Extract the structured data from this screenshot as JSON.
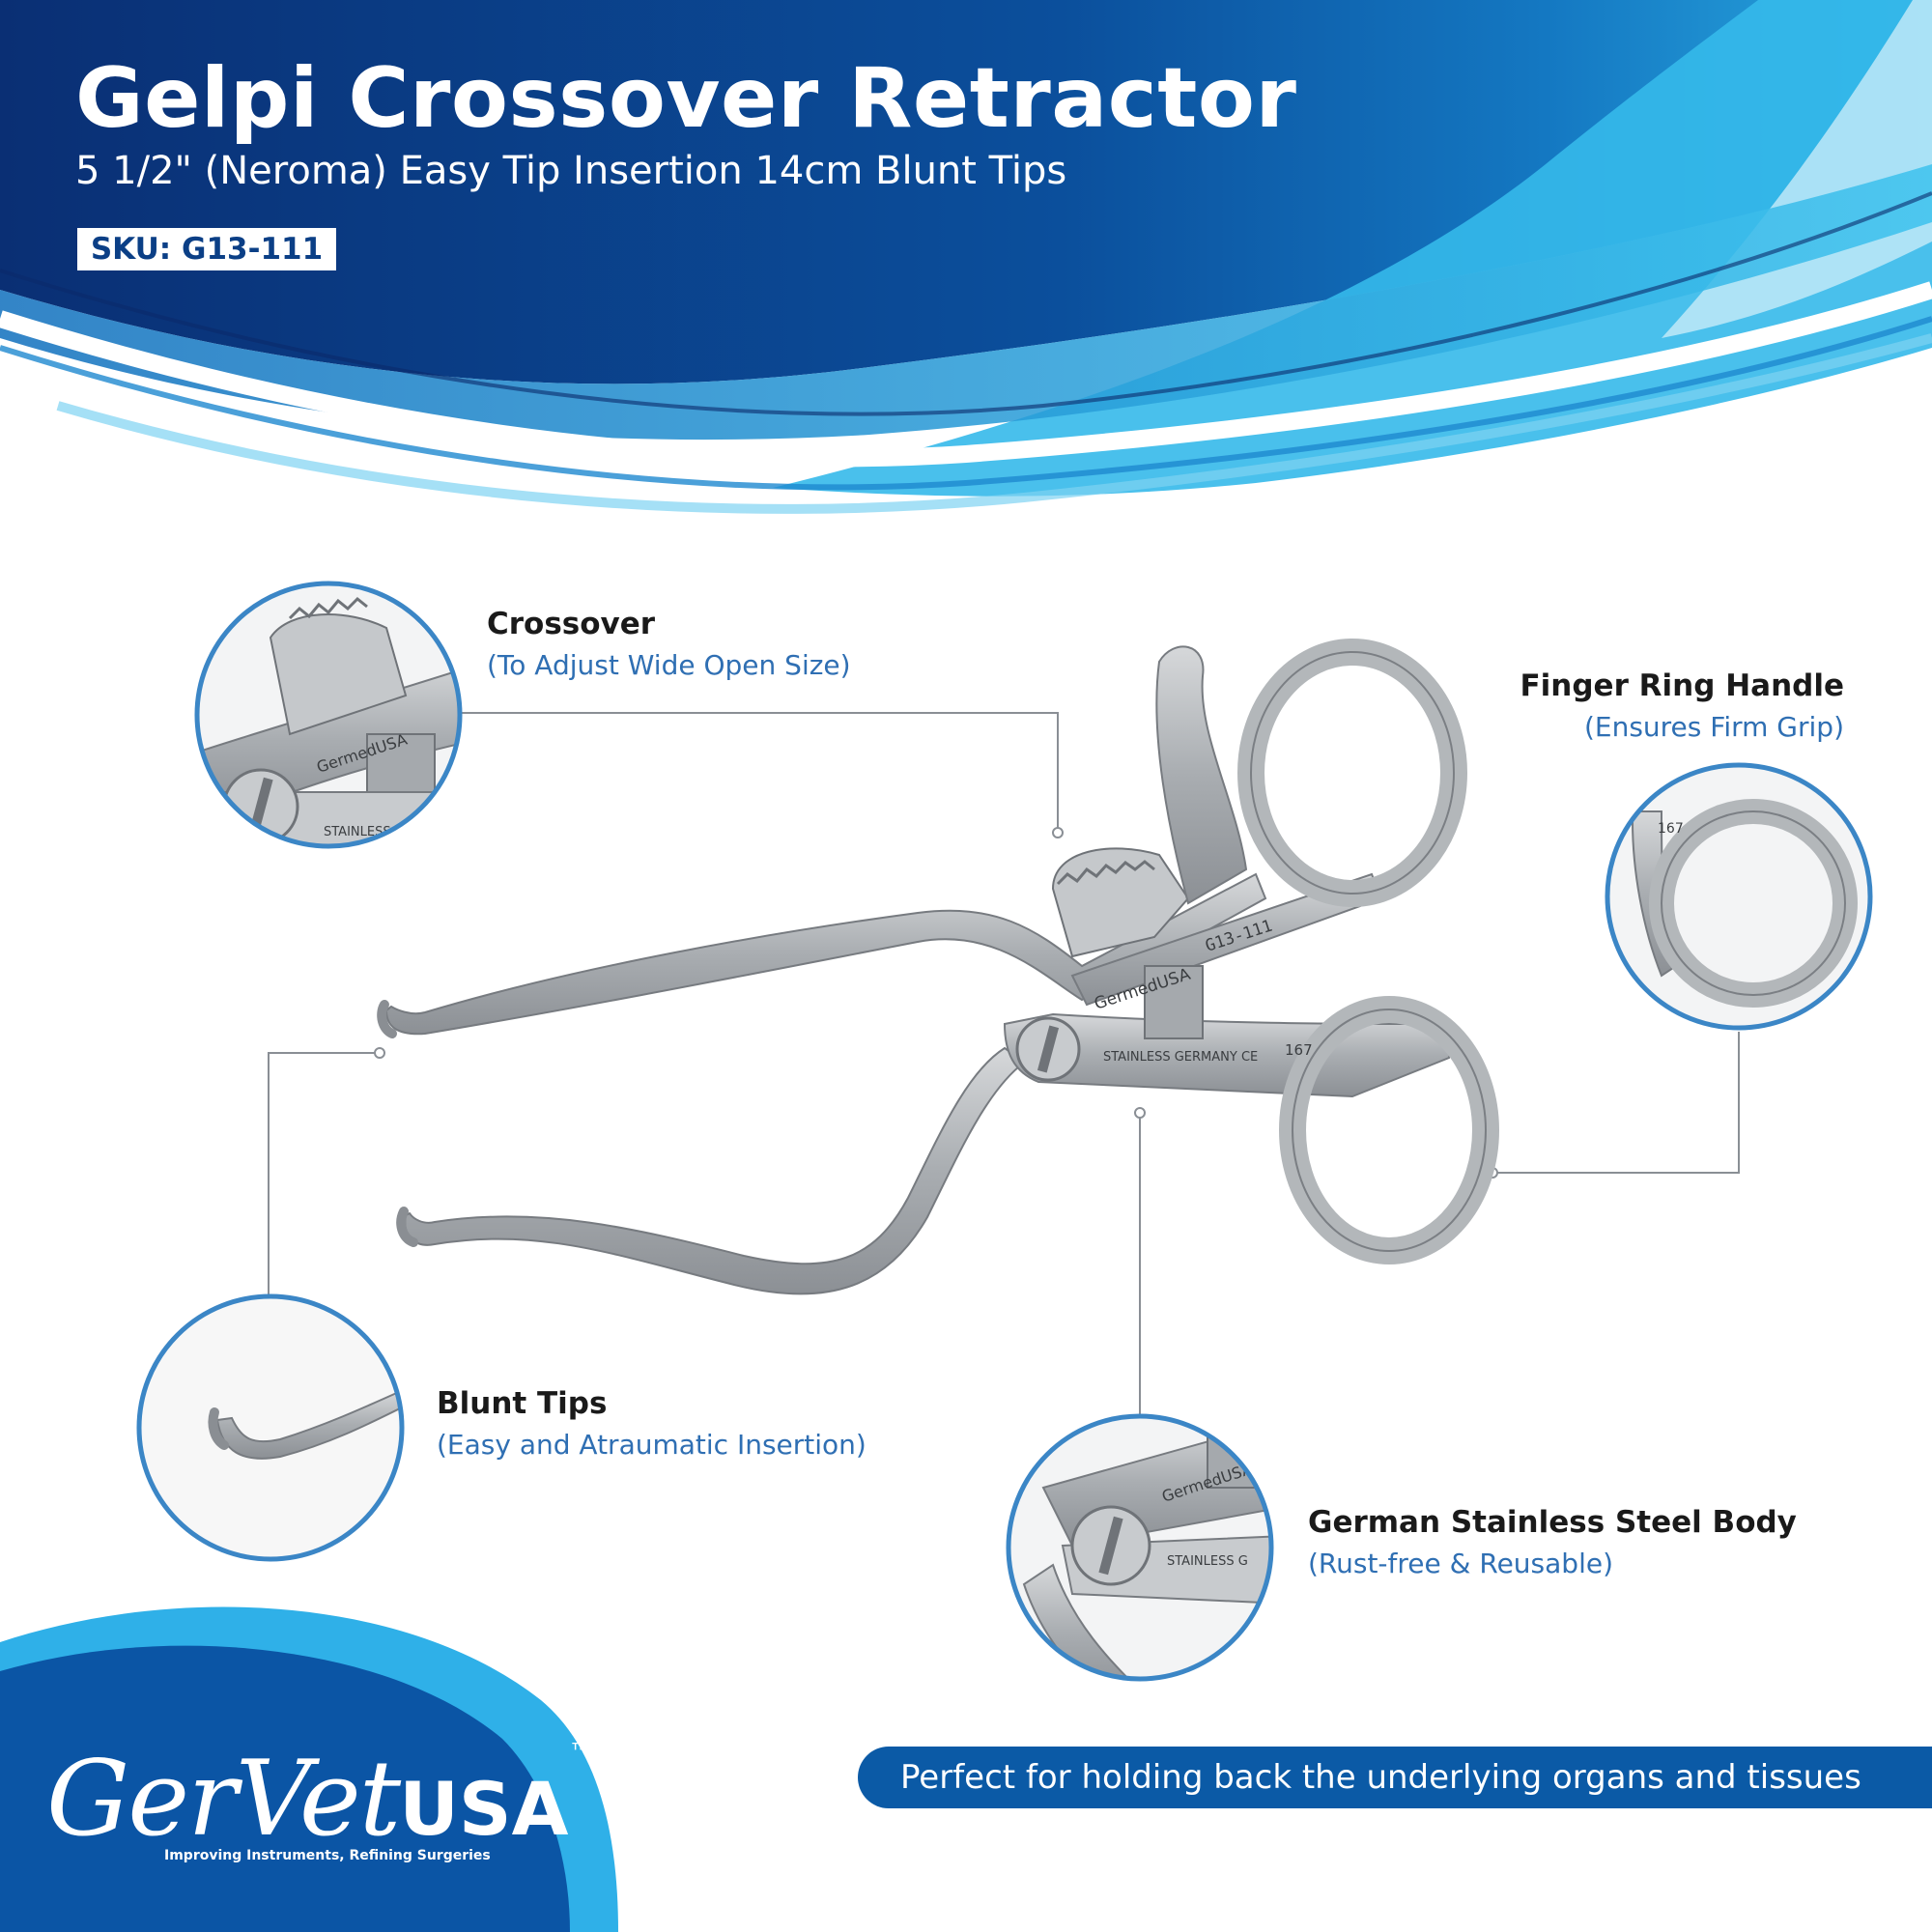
{
  "header": {
    "title": "Gelpi Crossover Retractor",
    "subtitle": "5 1/2\" (Neroma) Easy Tip Insertion 14cm Blunt Tips",
    "sku": "SKU: G13-111"
  },
  "features": {
    "crossover": {
      "label": "Crossover",
      "desc": "(To Adjust Wide Open Size)"
    },
    "finger_ring": {
      "label": "Finger Ring Handle",
      "desc": "(Ensures Firm Grip)"
    },
    "blunt_tips": {
      "label": "Blunt Tips",
      "desc": "(Easy and Atraumatic Insertion)"
    },
    "steel_body": {
      "label": "German Stainless Steel Body",
      "desc": "(Rust-free & Reusable)"
    }
  },
  "instrument_markings": {
    "brand": "GermedUSA",
    "model": "G13-111",
    "stamp": "STAINLESS GERMANY CE",
    "number": "167",
    "zoom_stamp": "STAINLESS G"
  },
  "tagline": "Perfect for holding back the underlying organs and tissues",
  "logo": {
    "name_script": "GerVet",
    "name_bold": "USA",
    "tm": "™",
    "tagline": "Improving Instruments, Refining Surgeries"
  },
  "colors": {
    "primary_blue": "#0b3f86",
    "accent_cyan": "#29b6e8",
    "label_blue": "#2f6fb3",
    "steel": "#b9bcbf"
  }
}
